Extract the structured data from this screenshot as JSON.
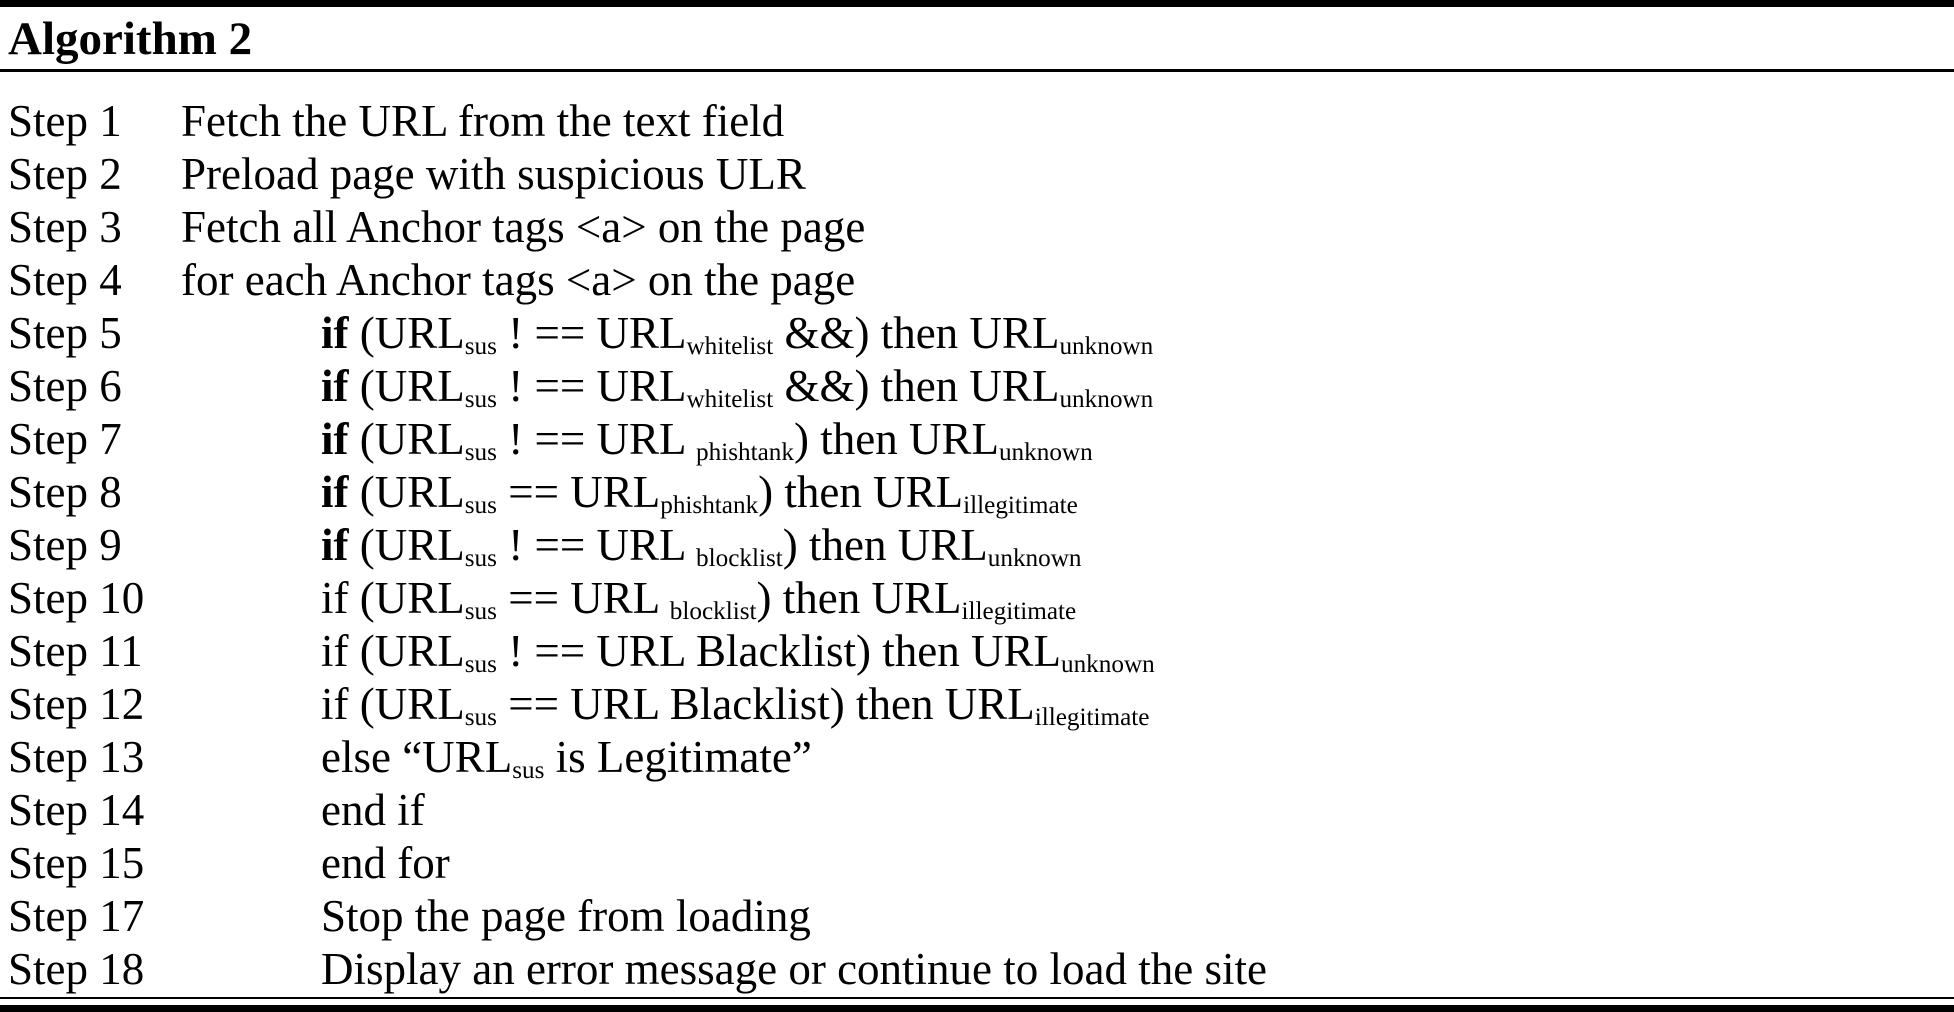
{
  "colors": {
    "text": "#000000",
    "background": "#ffffff",
    "rule": "#000000"
  },
  "header": {
    "title": "Algorithm 2"
  },
  "steps": [
    {
      "label": "Step 1",
      "indent": 1,
      "segments": [
        {
          "t": "Fetch the URL from the text field"
        }
      ]
    },
    {
      "label": "Step 2",
      "indent": 1,
      "segments": [
        {
          "t": "Preload page with suspicious ULR"
        }
      ]
    },
    {
      "label": "Step 3",
      "indent": 1,
      "segments": [
        {
          "t": "Fetch all Anchor tags <a> on the page"
        }
      ]
    },
    {
      "label": "Step 4",
      "indent": 1,
      "segments": [
        {
          "t": "for each Anchor tags <a> on the page"
        }
      ]
    },
    {
      "label": "Step 5",
      "indent": 2,
      "segments": [
        {
          "t": "if",
          "b": true
        },
        {
          "t": " (URL"
        },
        {
          "t": "sus",
          "sub": true
        },
        {
          "t": " ! == URL"
        },
        {
          "t": "whitelist",
          "sub": true
        },
        {
          "t": " &&) then URL"
        },
        {
          "t": "unknown",
          "sub": true
        }
      ]
    },
    {
      "label": "Step 6",
      "indent": 2,
      "segments": [
        {
          "t": "if",
          "b": true
        },
        {
          "t": " (URL"
        },
        {
          "t": "sus",
          "sub": true
        },
        {
          "t": " ! == URL"
        },
        {
          "t": "whitelist",
          "sub": true
        },
        {
          "t": " &&) then URL"
        },
        {
          "t": "unknown",
          "sub": true
        }
      ]
    },
    {
      "label": "Step 7",
      "indent": 2,
      "segments": [
        {
          "t": "if",
          "b": true
        },
        {
          "t": " (URL"
        },
        {
          "t": "sus",
          "sub": true
        },
        {
          "t": " ! == URL "
        },
        {
          "t": "phishtank",
          "sub": true
        },
        {
          "t": ") then URL"
        },
        {
          "t": "unknown",
          "sub": true
        }
      ]
    },
    {
      "label": "Step 8",
      "indent": 2,
      "segments": [
        {
          "t": "if",
          "b": true
        },
        {
          "t": " (URL"
        },
        {
          "t": "sus",
          "sub": true
        },
        {
          "t": " == URL"
        },
        {
          "t": "phishtank",
          "sub": true
        },
        {
          "t": ") then URL"
        },
        {
          "t": "illegitimate",
          "sub": true
        }
      ]
    },
    {
      "label": "Step 9",
      "indent": 2,
      "segments": [
        {
          "t": "if",
          "b": true
        },
        {
          "t": " (URL"
        },
        {
          "t": "sus",
          "sub": true
        },
        {
          "t": " ! == URL "
        },
        {
          "t": "blocklist",
          "sub": true
        },
        {
          "t": ") then URL"
        },
        {
          "t": "unknown",
          "sub": true
        }
      ]
    },
    {
      "label": "Step 10",
      "indent": 2,
      "segments": [
        {
          "t": "if (URL"
        },
        {
          "t": "sus",
          "sub": true
        },
        {
          "t": " == URL "
        },
        {
          "t": "blocklist",
          "sub": true
        },
        {
          "t": ") then URL"
        },
        {
          "t": "illegitimate",
          "sub": true
        }
      ]
    },
    {
      "label": "Step 11",
      "indent": 2,
      "segments": [
        {
          "t": "if (URL"
        },
        {
          "t": "sus",
          "sub": true
        },
        {
          "t": " ! == URL Blacklist) then URL"
        },
        {
          "t": "unknown",
          "sub": true
        }
      ]
    },
    {
      "label": "Step 12",
      "indent": 2,
      "segments": [
        {
          "t": "if (URL"
        },
        {
          "t": "sus",
          "sub": true
        },
        {
          "t": " == URL Blacklist) then URL"
        },
        {
          "t": "illegitimate",
          "sub": true
        }
      ]
    },
    {
      "label": "Step 13",
      "indent": 2,
      "segments": [
        {
          "t": "else “URL"
        },
        {
          "t": "sus",
          "sub": true
        },
        {
          "t": " is Legitimate”"
        }
      ]
    },
    {
      "label": "Step 14",
      "indent": 2,
      "segments": [
        {
          "t": "end if"
        }
      ]
    },
    {
      "label": "Step 15",
      "indent": 2,
      "segments": [
        {
          "t": "end for"
        }
      ]
    },
    {
      "label": "Step 17",
      "indent": 2,
      "segments": [
        {
          "t": "Stop the page from loading"
        }
      ]
    },
    {
      "label": "Step 18",
      "indent": 2,
      "segments": [
        {
          "t": "Display an error message or continue to load the site"
        }
      ]
    }
  ]
}
